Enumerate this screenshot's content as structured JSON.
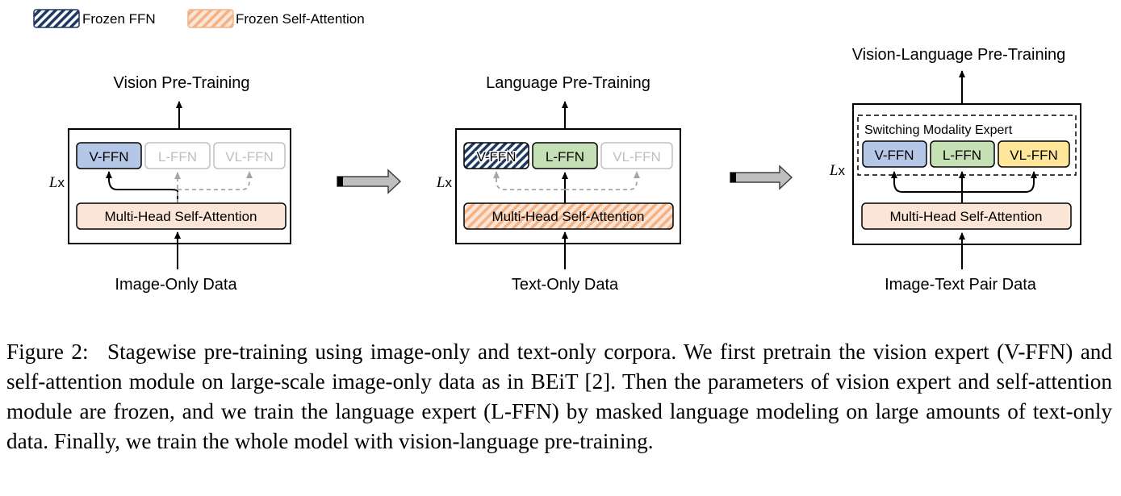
{
  "legend": {
    "frozen_ffn": "Frozen FFN",
    "frozen_attention": "Frozen Self-Attention"
  },
  "stage1": {
    "title": "Vision Pre-Training",
    "repeat": "x",
    "experts": [
      "V-FFN",
      "L-FFN",
      "VL-FFN"
    ],
    "attention": "Multi-Head Self-Attention",
    "input": "Image-Only Data"
  },
  "stage2": {
    "title": "Language Pre-Training",
    "repeat": "x",
    "experts": [
      "V-FFN",
      "L-FFN",
      "VL-FFN"
    ],
    "attention": "Multi-Head Self-Attention",
    "input": "Text-Only Data"
  },
  "stage3": {
    "title": "Vision-Language Pre-Training",
    "repeat": "x",
    "switch_label": "Switching Modality Expert",
    "experts": [
      "V-FFN",
      "L-FFN",
      "VL-FFN"
    ],
    "attention": "Multi-Head Self-Attention",
    "input": "Image-Text Pair Data"
  },
  "caption": {
    "figure": "Figure 2:",
    "text": "Stagewise pre-training using image-only and text-only corpora. We first pretrain the vision expert (V-FFN) and self-attention module on large-scale image-only data as in BEiT [2]. Then the parameters of vision expert and self-attention module are frozen, and we train the language expert (L-FFN) by masked language modeling on large amounts of text-only data. Finally, we train the whole model with vision-language pre-training."
  },
  "colors": {
    "vision_expert": "#b4c7e7",
    "language_expert": "#c5e0b4",
    "vl_expert": "#ffe699",
    "attention": "#fbe5d6",
    "frozen_ffn_stripe": "#1f3864",
    "frozen_attention_stripe": "#f4b183",
    "inactive": "#bfbfbf"
  }
}
